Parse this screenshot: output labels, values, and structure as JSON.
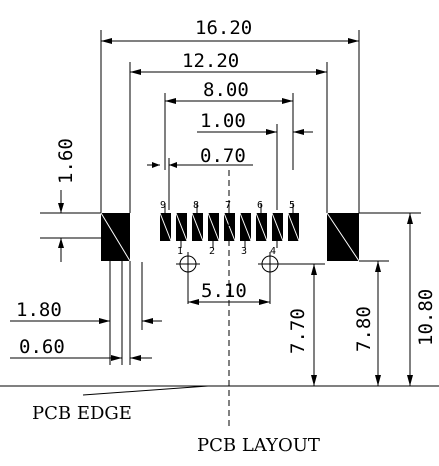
{
  "dimensions": {
    "overall_width": "16.20",
    "outer_pad_span": "12.20",
    "pin_span": "8.00",
    "pitch": "1.00",
    "pin_width": "0.70",
    "row_offset": "1.60",
    "post_spacing": "5.10",
    "left_pad_width": "1.80",
    "left_gap": "0.60",
    "post_to_edge": "7.70",
    "pad_to_edge": "7.80",
    "top_to_edge": "10.80"
  },
  "pin_numbers": {
    "top": [
      "9",
      "8",
      "7",
      "6",
      "5"
    ],
    "bottom": [
      "1",
      "2",
      "3",
      "4"
    ]
  },
  "labels": {
    "pcb_edge": "PCB EDGE",
    "pcb_layout": "PCB LAYOUT"
  }
}
